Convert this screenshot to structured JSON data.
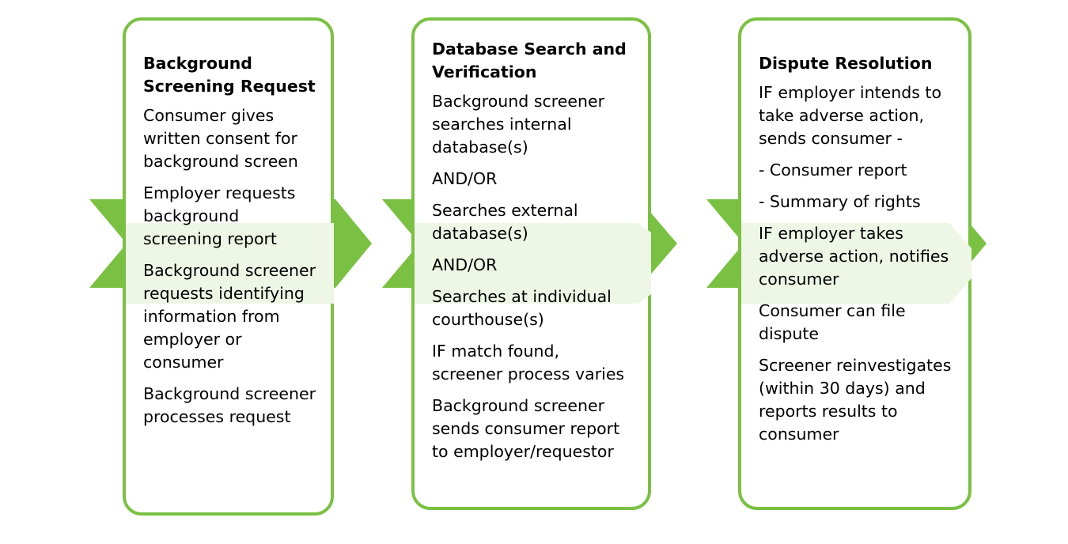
{
  "colors": {
    "accent": "#7ac143",
    "band": "#eef7e6"
  },
  "steps": [
    {
      "title": "Background Screening Request",
      "items": [
        "Consumer gives written consent for background screen",
        "Employer requests background screening report",
        "Background screener requests identifying information from employer or consumer",
        "Background screener processes request"
      ]
    },
    {
      "title": "Database Search and Verification",
      "items": [
        "Background screener searches internal database(s)",
        "AND/OR",
        "Searches external database(s)",
        "AND/OR",
        "Searches at individual courthouse(s)",
        "IF match found, screener process varies",
        "Background screener sends consumer report to employer/requestor"
      ]
    },
    {
      "title": "Dispute Resolution",
      "items": [
        "IF employer intends to take adverse action, sends consumer -",
        "- Consumer report",
        "- Summary of rights",
        "IF employer takes adverse action, notifies consumer",
        "Consumer can file dispute",
        "Screener reinvestigates (within 30 days) and reports results to consumer"
      ]
    }
  ]
}
